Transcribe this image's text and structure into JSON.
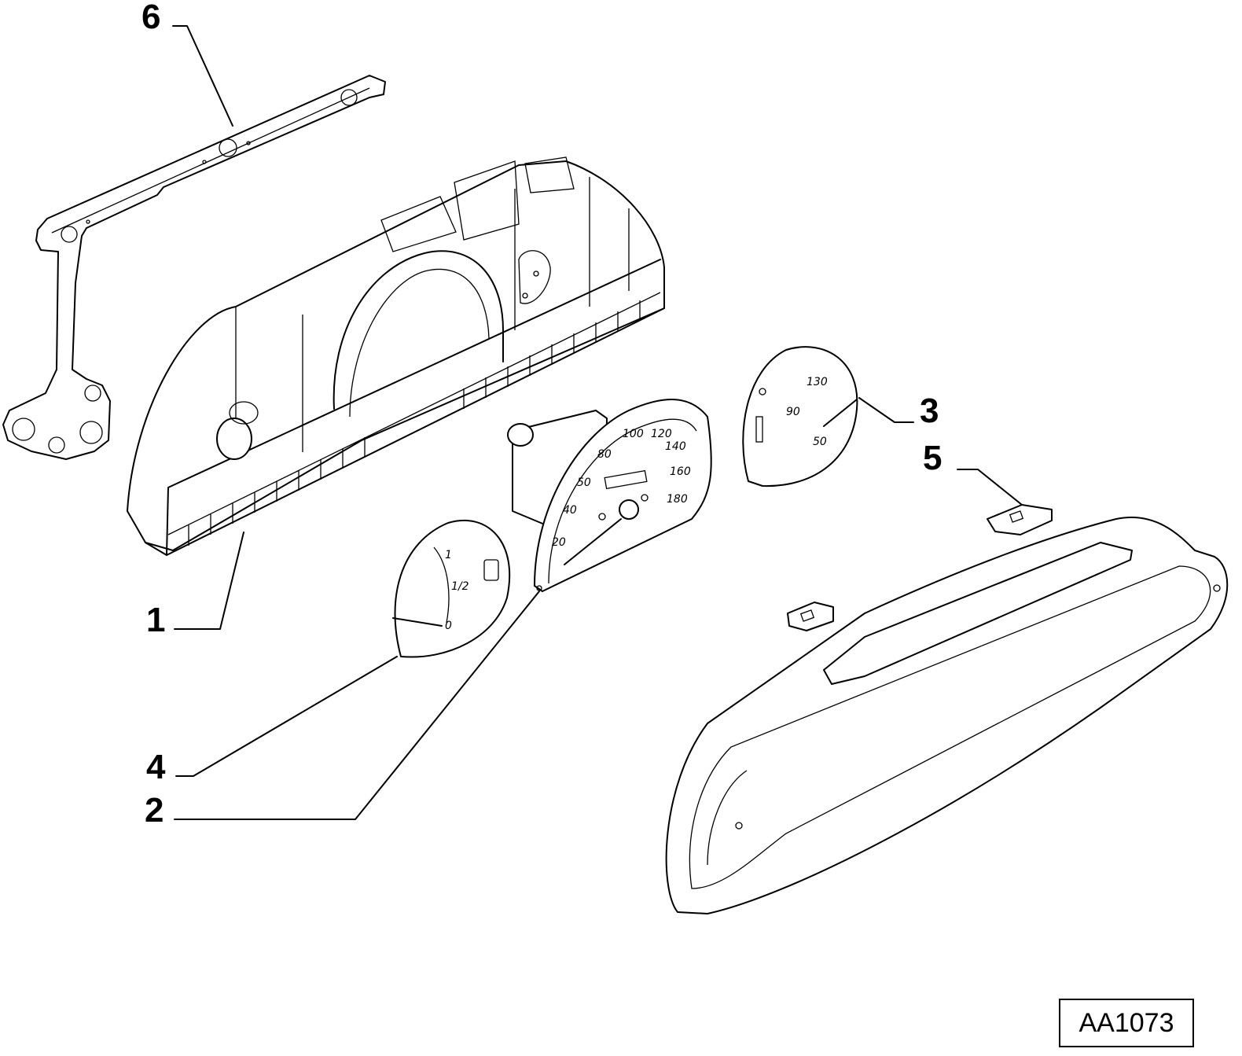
{
  "callouts": {
    "c1": "1",
    "c2": "2",
    "c3": "3",
    "c4": "4",
    "c5": "5",
    "c6": "6"
  },
  "speedometer": {
    "scale": [
      "20",
      "40",
      "50",
      "80",
      "100",
      "120",
      "140",
      "160",
      "180"
    ]
  },
  "fuel_gauge": {
    "scale": [
      "0",
      "1/2",
      "1"
    ]
  },
  "temp_gauge": {
    "scale": [
      "50",
      "90",
      "130"
    ]
  },
  "reference_code": "AA1073"
}
